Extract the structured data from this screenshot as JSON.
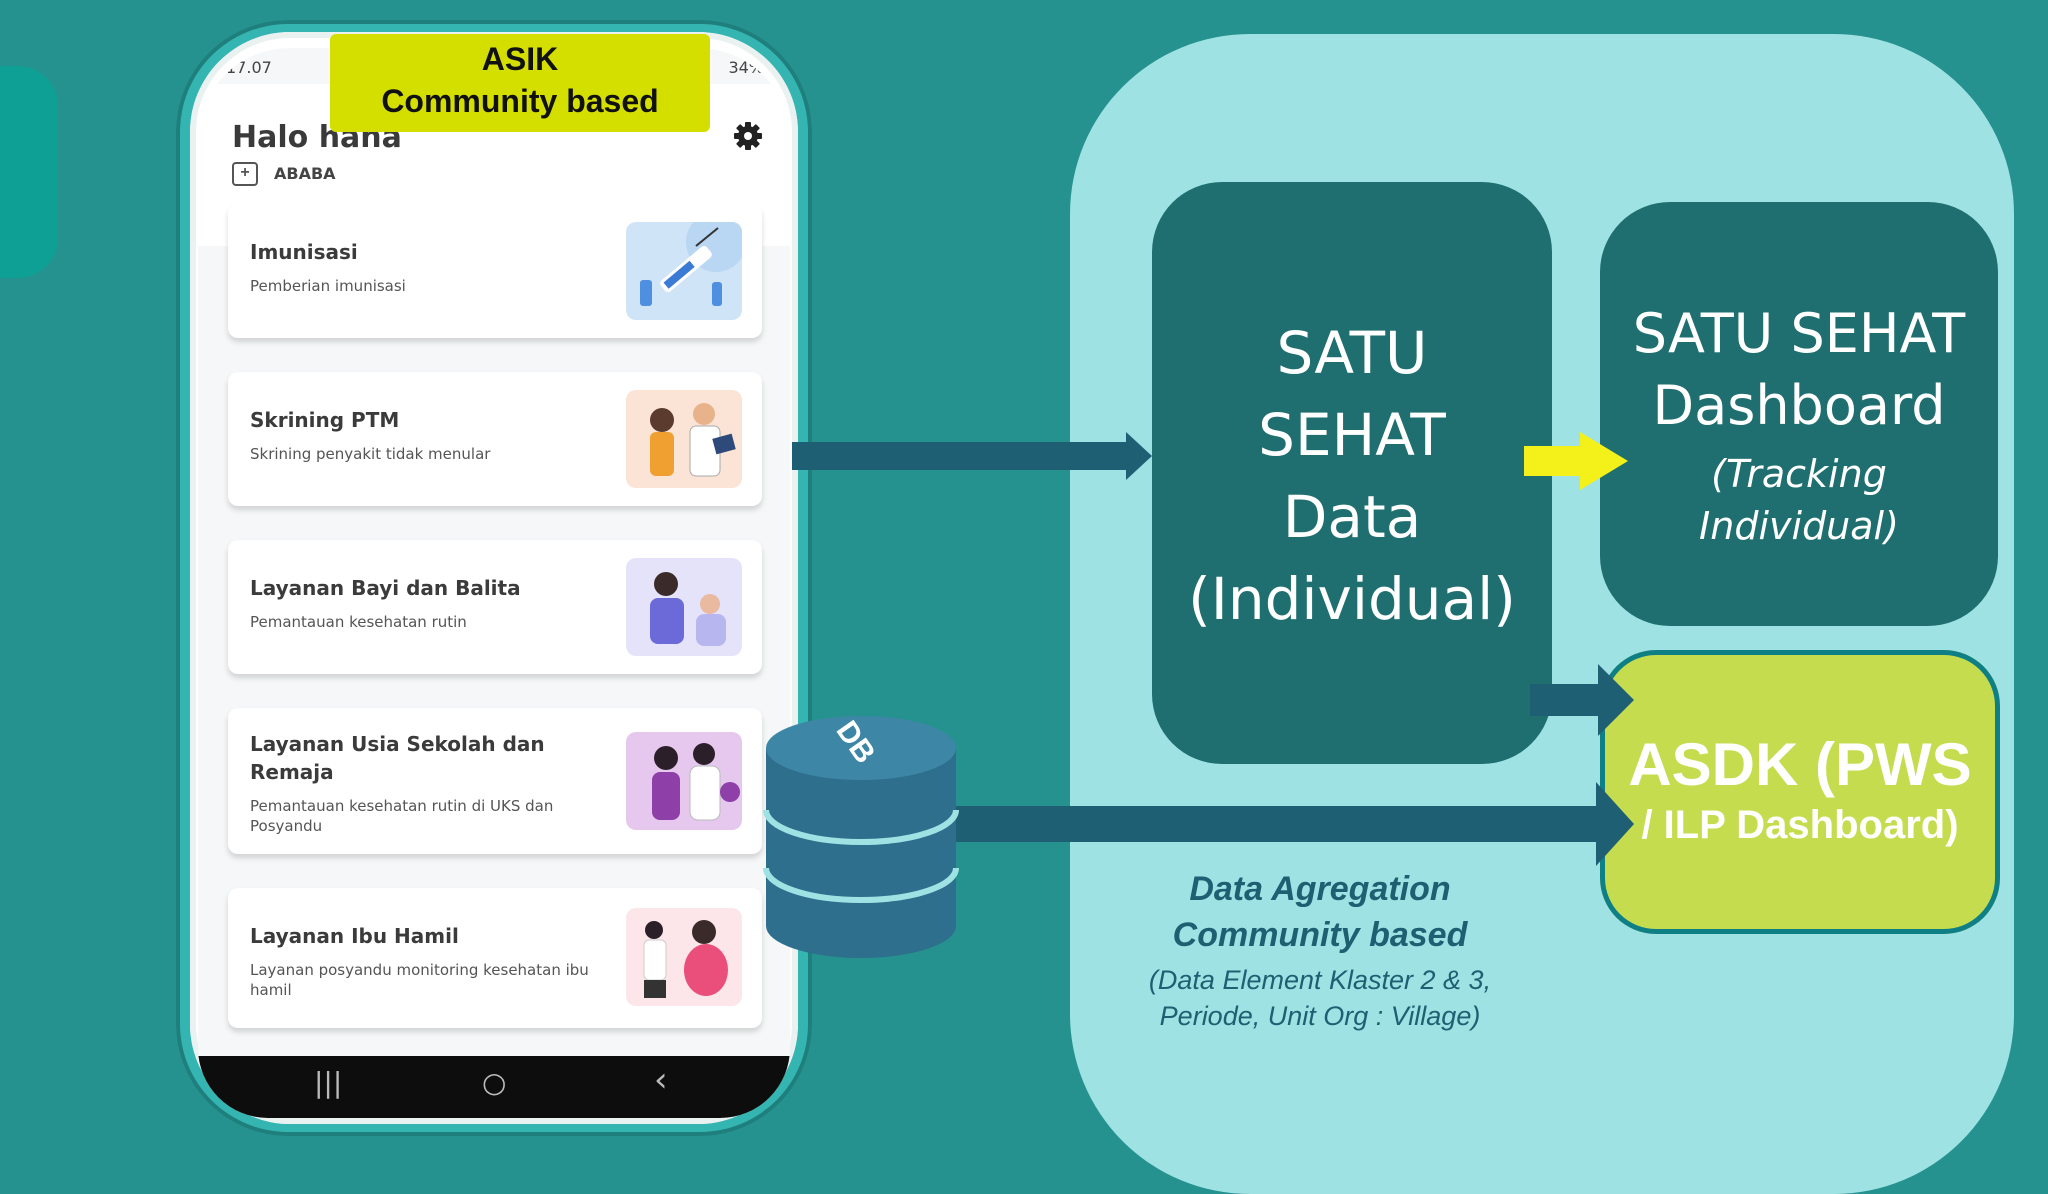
{
  "phone": {
    "status_left": "17.07",
    "status_right": "34%",
    "greeting": "Halo hana",
    "org": "ABABA",
    "icons": {
      "settings": "gear-icon",
      "org": "medical-cross-icon"
    },
    "cards": [
      {
        "title": "Imunisasi",
        "subtitle": "Pemberian imunisasi"
      },
      {
        "title": "Skrining PTM",
        "subtitle": "Skrining penyakit tidak menular"
      },
      {
        "title": "Layanan Bayi dan Balita",
        "subtitle": "Pemantauan kesehatan rutin"
      },
      {
        "title": "Layanan Usia Sekolah dan Remaja",
        "subtitle": "Pemantauan kesehatan rutin di UKS dan Posyandu"
      },
      {
        "title": "Layanan Ibu Hamil",
        "subtitle": "Layanan posyandu monitoring kesehatan ibu hamil"
      }
    ],
    "nav": {
      "recents": "|||",
      "home": "○",
      "back": "‹"
    }
  },
  "asik_label": {
    "line1": "ASIK",
    "line2": "Community based"
  },
  "db": {
    "label": "DB"
  },
  "satu_sehat_data": {
    "line1": "SATU",
    "line2": "SEHAT",
    "line3": "Data",
    "line4": "(Individual)"
  },
  "satu_sehat_dashboard": {
    "line1": "SATU SEHAT",
    "line2": "Dashboard",
    "line3": "(Tracking",
    "line4": "Individual)"
  },
  "asdk": {
    "line1": "ASDK (PWS",
    "line2": "/ ILP Dashboard)"
  },
  "aggregation_caption": {
    "line1": "Data Agregation",
    "line2": "Community based",
    "line3": "(Data Element Klaster 2 & 3,",
    "line4": "Periode, Unit Org : Village)"
  },
  "colors": {
    "background": "#26928f",
    "panel": "#9fe2e3",
    "dark_box": "#1f6f70",
    "asdk_box": "#c6dc4f",
    "highlight_label": "#d4df00",
    "arrow_dark": "#1e5f74",
    "arrow_yellow": "#f4f11a"
  }
}
